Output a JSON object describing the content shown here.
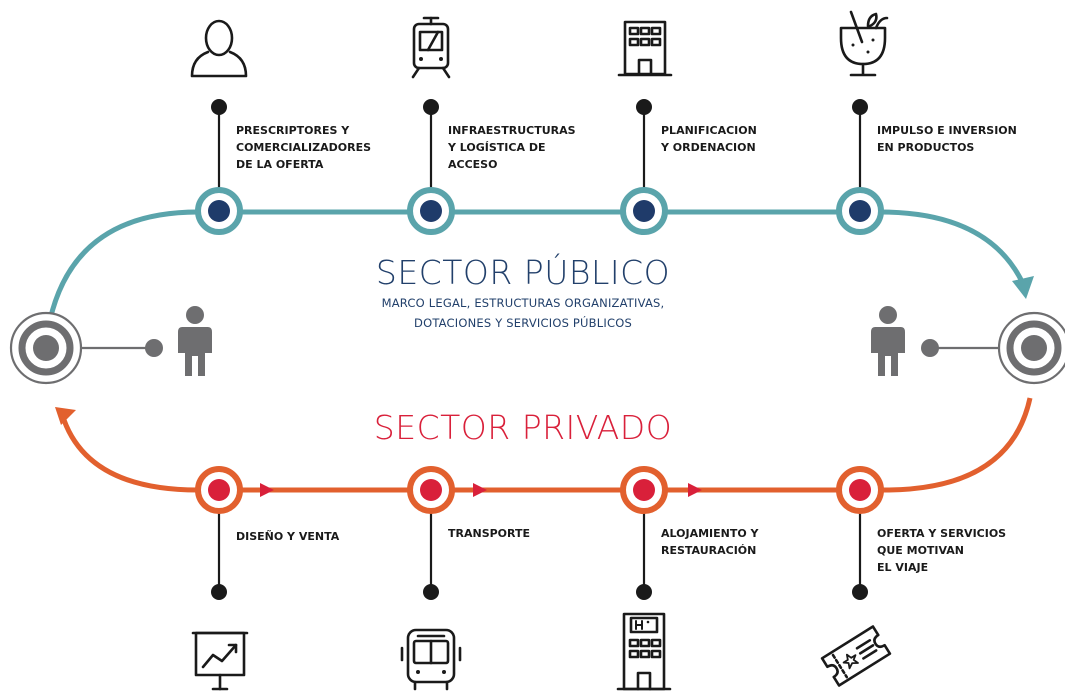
{
  "colors": {
    "public_track": "#5aa4ab",
    "private_track": "#e2602e",
    "public_node_fill": "#1f3b6a",
    "private_node_fill": "#d9203a",
    "endpoint_gray": "#6e6e70",
    "connector": "#1a1a1a"
  },
  "public_sector": {
    "title": "SECTOR PÚBLICO",
    "subtitle_line1": "MARCO LEGAL, ESTRUCTURAS ORGANIZATIVAS,",
    "subtitle_line2": "DOTACIONES Y SERVICIOS PÚBLICOS",
    "nodes": [
      {
        "icon": "person-icon",
        "lines": [
          "PRESCRIPTORES Y",
          "COMERCIALIZADORES",
          "DE LA OFERTA"
        ]
      },
      {
        "icon": "train-icon",
        "lines": [
          "INFRAESTRUCTURAS",
          "Y LOGÍSTICA DE",
          "ACCESO"
        ]
      },
      {
        "icon": "building-icon",
        "lines": [
          "PLANIFICACION",
          "Y ORDENACION"
        ]
      },
      {
        "icon": "cocktail-icon",
        "lines": [
          "IMPULSO E INVERSION",
          "EN PRODUCTOS"
        ]
      }
    ]
  },
  "private_sector": {
    "title": "SECTOR PRIVADO",
    "nodes": [
      {
        "icon": "presentation-chart-icon",
        "lines": [
          "DISEÑO Y VENTA"
        ]
      },
      {
        "icon": "bus-icon",
        "lines": [
          "TRANSPORTE"
        ]
      },
      {
        "icon": "hotel-icon",
        "lines": [
          "ALOJAMIENTO Y",
          "RESTAURACIÓN"
        ]
      },
      {
        "icon": "ticket-icon",
        "lines": [
          "OFERTA Y SERVICIOS",
          "QUE MOTIVAN",
          "EL VIAJE"
        ]
      }
    ]
  },
  "endpoints": [
    {
      "icon": "traveler-icon"
    },
    {
      "icon": "traveler-icon"
    }
  ]
}
